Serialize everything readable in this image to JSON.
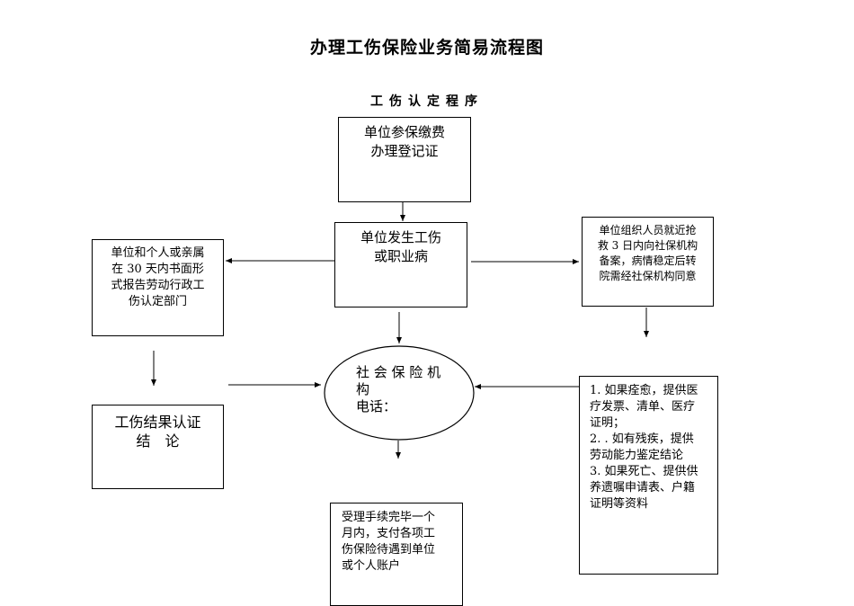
{
  "title": "办理工伤保险业务简易流程图",
  "subtitle": "工伤认定程序",
  "nodes": {
    "register": "单位参保缴费\n办理登记证",
    "injury": "单位发生工伤\n或职业病",
    "report": "单位和个人或亲属\n在 30 天内书面形\n式报告劳动行政工\n伤认定部门",
    "rescue": "单位组织人员就近抢\n救 3 日内向社保机构\n备案，病情稳定后转\n院需经社保机构同意",
    "agency": "社 会 保 险 机\n构\n电话：",
    "result": "工伤结果认证\n结　论",
    "materials": "1. 如果痊愈，提供医\n疗发票、清单、医疗\n证明；\n2. . 如有残疾，提供\n劳动能力鉴定结论\n3. 如果死亡、提供供\n养遗嘱申请表、户籍\n证明等资料",
    "payment": "受理手续完毕一个\n月内，支付各项工\n伤保险待遇到单位\n或个人账户"
  }
}
